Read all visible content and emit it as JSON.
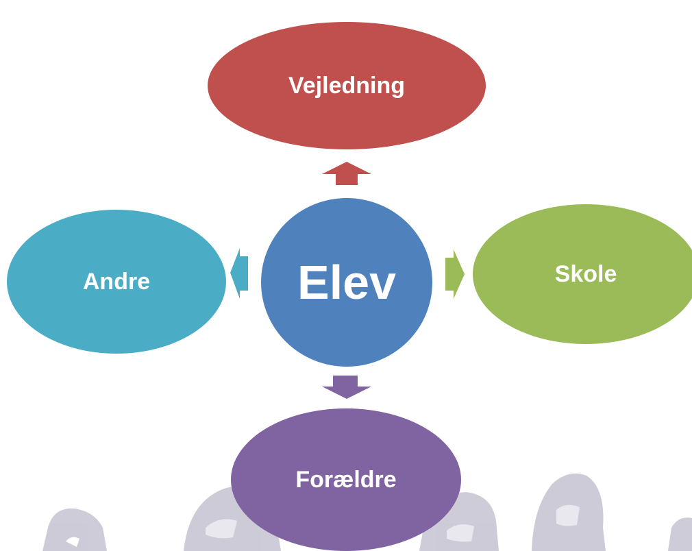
{
  "diagram": {
    "center": {
      "label": "Elev",
      "color": "#4f81bd"
    },
    "nodes": [
      {
        "key": "top",
        "label": "Vejledning",
        "color": "#c0504d"
      },
      {
        "key": "right",
        "label": "Skole",
        "color": "#9bbb59"
      },
      {
        "key": "bottom",
        "label": "Forældre",
        "color": "#8064a2"
      },
      {
        "key": "left",
        "label": "Andre",
        "color": "#4bacc6"
      }
    ],
    "arrow_colors": {
      "top": "#c0504d",
      "right": "#9bbb59",
      "bottom": "#8064a2",
      "left": "#4bacc6"
    },
    "background_art": "faded-line-drawing-of-faces",
    "background_art_color": "#c9c6d4"
  }
}
